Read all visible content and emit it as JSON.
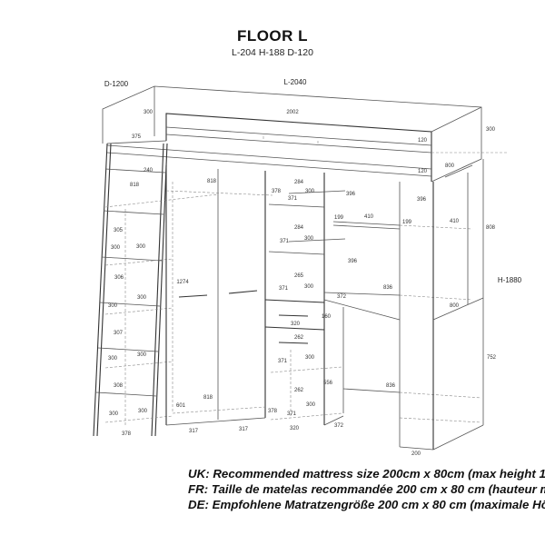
{
  "header": {
    "title": "FLOOR L",
    "subtitle": "L-204 H-188 D-120"
  },
  "dimensions": {
    "depth": "D-1200",
    "length": "L-2040",
    "height": "H-1880",
    "labels": {
      "bed_head_h": "300",
      "bed_inner_len": "2002",
      "rail_h1": "120",
      "rail_h2": "120",
      "bed_right_h": "300",
      "bed_width": "800",
      "ladder_step": "375",
      "shelf_top_240": "240",
      "wardrobe_depth_l": "818",
      "wardrobe_depth_m": "818",
      "col_284a": "284",
      "col_378a": "378",
      "col_300a": "300",
      "col_371a": "371",
      "col_284b": "284",
      "col_371b": "371",
      "col_300b": "300",
      "col_265": "265",
      "col_371c": "371",
      "col_300c": "300",
      "desk_396a": "396",
      "desk_396b": "396",
      "desk_396c": "396",
      "shelf_199a": "199",
      "shelf_410a": "410",
      "shelf_199b": "199",
      "shelf_410b": "410",
      "right_808": "808",
      "desk_836a": "836",
      "desk_372a": "372",
      "desk_800": "800",
      "ladder_305": "305",
      "ladder_300a": "300",
      "ladder_300b": "300",
      "ladder_306": "306",
      "ladder_300c": "300",
      "ladder_300d": "300",
      "ladder_307": "307",
      "ladder_300e": "300",
      "ladder_300f": "300",
      "ladder_308": "308",
      "ladder_300g": "300",
      "ladder_300h": "300",
      "ladder_378": "378",
      "door_1274": "1274",
      "door_601": "601",
      "door_818": "818",
      "door_317a": "317",
      "door_317b": "317",
      "drawer_320a": "320",
      "drawer_160": "160",
      "drawer_262a": "262",
      "drawer_371": "371",
      "drawer_300": "300",
      "drawer_556": "556",
      "drawer_262b": "262",
      "base_378": "378",
      "base_371": "371",
      "base_300": "300",
      "base_320": "320",
      "base_372": "372",
      "desk_836b": "836",
      "leg_752": "752",
      "leg_200": "200"
    }
  },
  "notes": [
    "UK: Recommended mattress size 200cm x 80cm (max height 1",
    "FR: Taille de matelas recommandée 200 cm x 80 cm (hauteur m",
    "DE: Empfohlene Matratzengröße 200 cm x 80 cm (maximale Hö"
  ]
}
